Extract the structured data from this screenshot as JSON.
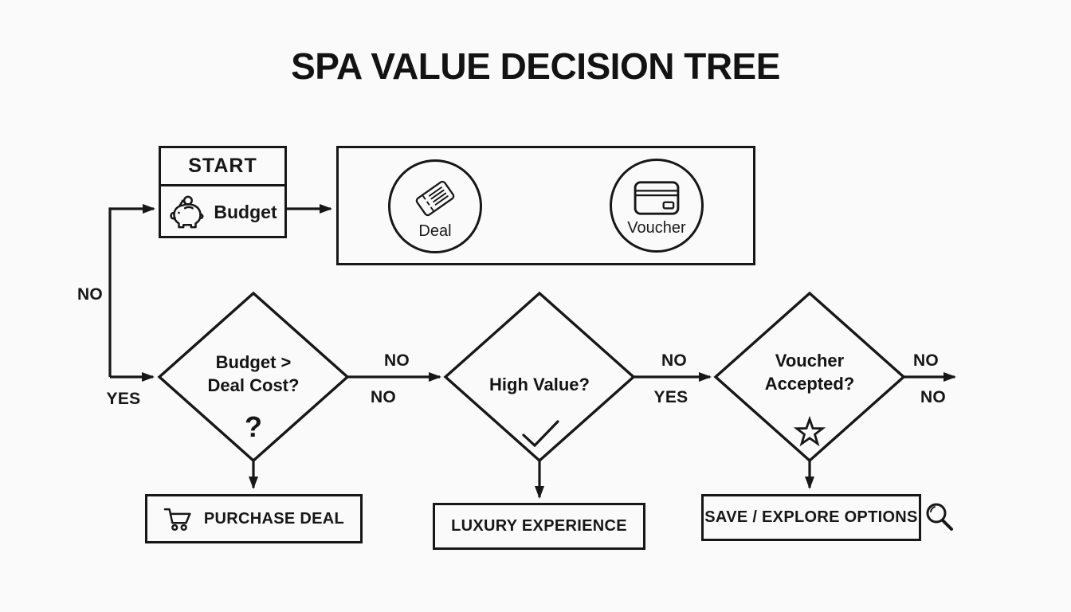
{
  "title": "SPA VALUE DECISION TREE",
  "start": {
    "header": "START",
    "item_label": "Budget",
    "icon": "piggy-bank-icon"
  },
  "options": {
    "deal_label": "Deal",
    "deal_icon": "ticket-icon",
    "voucher_label": "Voucher",
    "voucher_icon": "credit-card-icon"
  },
  "decisions": [
    {
      "lines": [
        "Budget >",
        "Deal Cost?"
      ],
      "symbol": "question-mark",
      "symbol_char": "?"
    },
    {
      "lines": [
        "High Value?"
      ],
      "symbol": "checkmark"
    },
    {
      "lines": [
        "Voucher",
        "Accepted?"
      ],
      "symbol": "star"
    }
  ],
  "outcomes": [
    {
      "label": "PURCHASE DEAL",
      "icon": "shopping-cart-icon"
    },
    {
      "label": "LUXURY EXPERIENCE"
    },
    {
      "label": "SAVE / EXPLORE OPTIONS",
      "icon": "magnifier-icon"
    }
  ],
  "edge_labels": {
    "loop_no": "NO",
    "loop_yes": "YES",
    "d1_to_d2_top": "NO",
    "d1_to_d2_bottom": "NO",
    "d2_to_d3_top": "NO",
    "d2_to_d3_bottom": "YES",
    "d3_exit_top": "NO",
    "d3_exit_bottom": "NO"
  },
  "colors": {
    "ink": "#171717",
    "background": "#fafafa"
  }
}
